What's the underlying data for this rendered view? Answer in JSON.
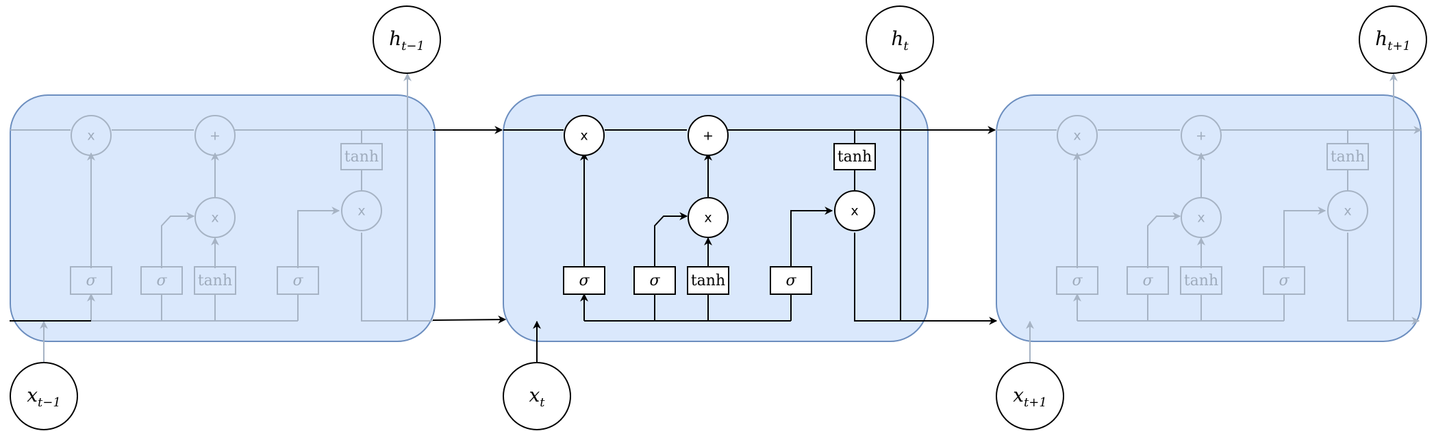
{
  "cells": [
    {
      "id": "prev",
      "faded": true,
      "ops": {
        "forget_mult": "x",
        "add": "+",
        "input_mult": "x",
        "output_mult": "x",
        "tanh_out": "tanh"
      },
      "gates": {
        "forget": "σ",
        "input": "σ",
        "candidate": "tanh",
        "output": "σ"
      },
      "input": {
        "base": "x",
        "sub": "t−1"
      },
      "output": {
        "base": "h",
        "sub": "t−1"
      }
    },
    {
      "id": "current",
      "faded": false,
      "ops": {
        "forget_mult": "x",
        "add": "+",
        "input_mult": "x",
        "output_mult": "x",
        "tanh_out": "tanh"
      },
      "gates": {
        "forget": "σ",
        "input": "σ",
        "candidate": "tanh",
        "output": "σ"
      },
      "input": {
        "base": "x",
        "sub": "t"
      },
      "output": {
        "base": "h",
        "sub": "t"
      }
    },
    {
      "id": "next",
      "faded": true,
      "ops": {
        "forget_mult": "x",
        "add": "+",
        "input_mult": "x",
        "output_mult": "x",
        "tanh_out": "tanh"
      },
      "gates": {
        "forget": "σ",
        "input": "σ",
        "candidate": "tanh",
        "output": "σ"
      },
      "input": {
        "base": "x",
        "sub": "t+1"
      },
      "output": {
        "base": "h",
        "sub": "t+1"
      }
    }
  ],
  "colors": {
    "cell_fill": "#dae8fc",
    "cell_stroke": "#6c8ebf",
    "active_stroke": "#000000",
    "faded_stroke": "#a6b3c4",
    "faded_text": "#9eabbc"
  }
}
